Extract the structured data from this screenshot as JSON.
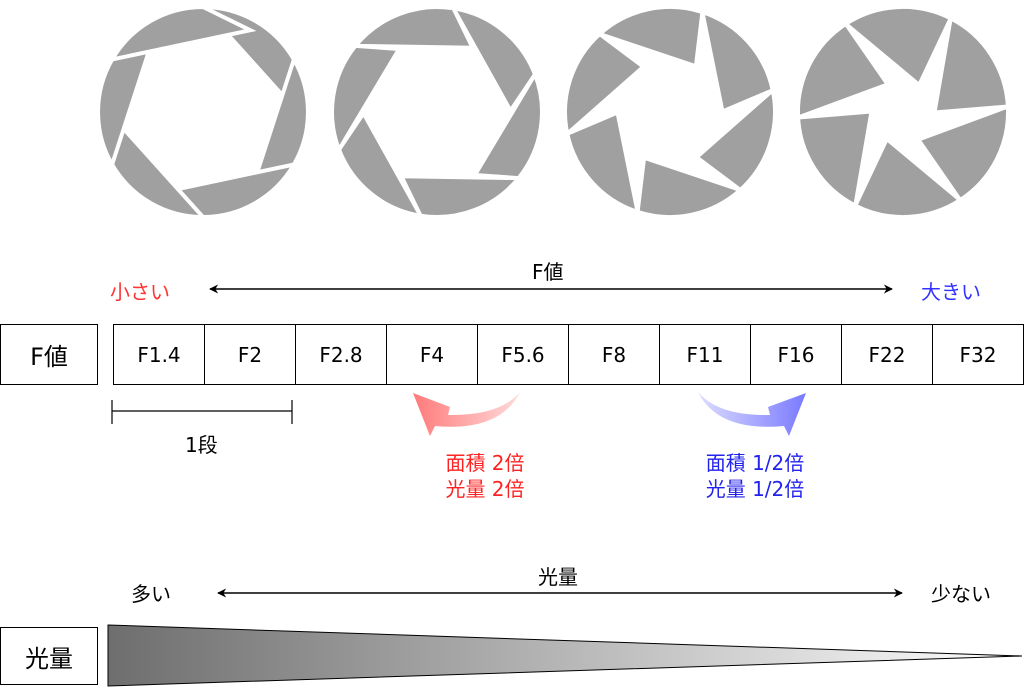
{
  "apertures": {
    "count": 4,
    "blade_color": "#a0a0a0"
  },
  "fvalue_axis": {
    "title": "F値",
    "left_label": "小さい",
    "right_label": "大きい",
    "left_color": "#ff3333",
    "right_color": "#3333ff"
  },
  "fvalue_row": {
    "header": "F値",
    "stops": [
      "F1.4",
      "F2",
      "F2.8",
      "F4",
      "F5.6",
      "F8",
      "F11",
      "F16",
      "F22",
      "F32"
    ]
  },
  "one_stop": {
    "label": "1段"
  },
  "open_note": {
    "line1": "面積 2倍",
    "line2": "光量 2倍",
    "color": "#ff2222"
  },
  "close_note": {
    "line1": "面積 1/2倍",
    "line2": "光量 1/2倍",
    "color": "#2222ee"
  },
  "light_axis": {
    "title": "光量",
    "left_label": "多い",
    "right_label": "少ない"
  },
  "light_row": {
    "header": "光量"
  }
}
